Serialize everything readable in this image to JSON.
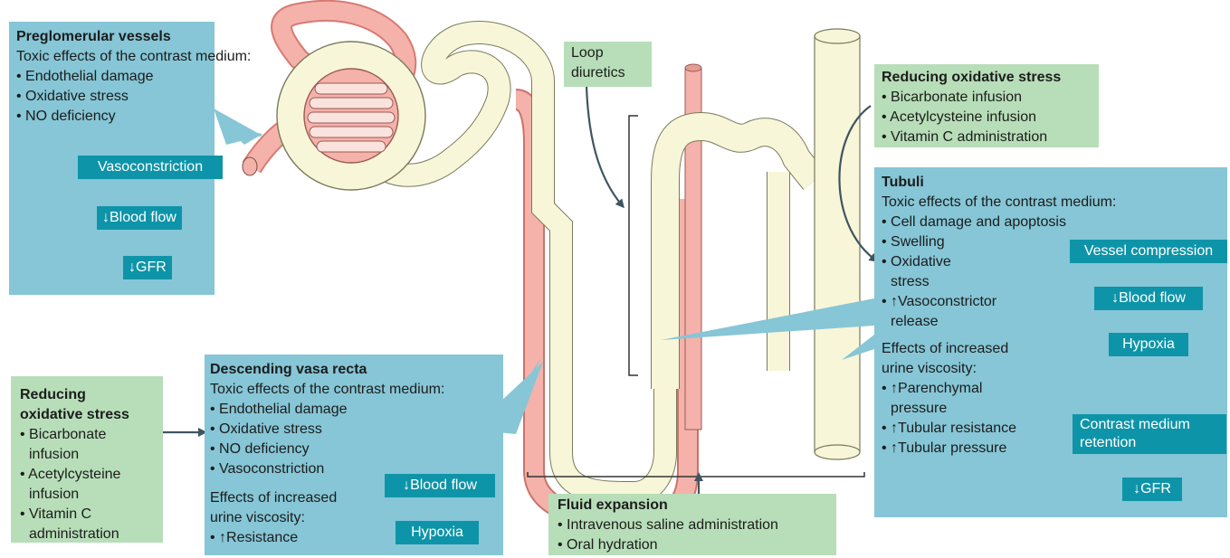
{
  "preglomerular": {
    "title": "Preglomerular vessels",
    "subtitle": "Toxic effects of the contrast medium:",
    "items": [
      "• Endothelial damage",
      "• Oxidative stress",
      "• NO deficiency"
    ],
    "vasoconstriction": "Vasoconstriction",
    "blood_flow": "↓Blood flow",
    "gfr": "↓GFR"
  },
  "loop_diuretics": {
    "line1": "Loop",
    "line2": "diuretics"
  },
  "oxidative_top": {
    "title": "Reducing oxidative stress",
    "items": [
      "• Bicarbonate infusion",
      "• Acetylcysteine infusion",
      "• Vitamin C administration"
    ]
  },
  "tubuli": {
    "title": "Tubuli",
    "subtitle": "Toxic effects of the contrast medium:",
    "cell_damage": "• Cell damage and apoptosis",
    "swelling": "• Swelling",
    "oxidative_1": "• Oxidative",
    "oxidative_2": "stress",
    "vasoconstrictor_1": "• ↑Vasoconstrictor",
    "vasoconstrictor_2": "release",
    "viscosity_1": "Effects of increased",
    "viscosity_2": "urine viscosity:",
    "parenchymal_1": "• ↑Parenchymal",
    "parenchymal_2": "pressure",
    "tubular_resistance": "• ↑Tubular resistance",
    "tubular_pressure": "• ↑Tubular pressure",
    "vessel_compression": "Vessel compression",
    "blood_flow": "↓Blood flow",
    "hypoxia": "Hypoxia",
    "contrast_1": "Contrast medium",
    "contrast_2": "retention",
    "gfr": "↓GFR"
  },
  "oxidative_left": {
    "title_1": "Reducing",
    "title_2": "oxidative stress",
    "items": [
      "• Bicarbonate",
      "infusion",
      "• Acetylcysteine",
      "infusion",
      "• Vitamin C",
      "administration"
    ]
  },
  "vasa_recta": {
    "title": "Descending vasa recta",
    "subtitle": "Toxic effects of the contrast medium:",
    "items": [
      "• Endothelial damage",
      "• Oxidative stress",
      "• NO deficiency",
      "• Vasoconstriction"
    ],
    "viscosity_1": "Effects of increased",
    "viscosity_2": "urine viscosity:",
    "resistance": "• ↑Resistance",
    "blood_flow": "↓Blood flow",
    "hypoxia": "Hypoxia"
  },
  "fluid": {
    "title": "Fluid expansion",
    "items": [
      "• Intravenous saline administration",
      "• Oral hydration"
    ]
  },
  "colors": {
    "box_blue": "#86c6d6",
    "box_green": "#b7deb8",
    "teal": "#0e94a8",
    "vessel_red": "#f4a8a0",
    "tubule_cream": "#f8f6d8",
    "arrow": "#3e5560"
  }
}
